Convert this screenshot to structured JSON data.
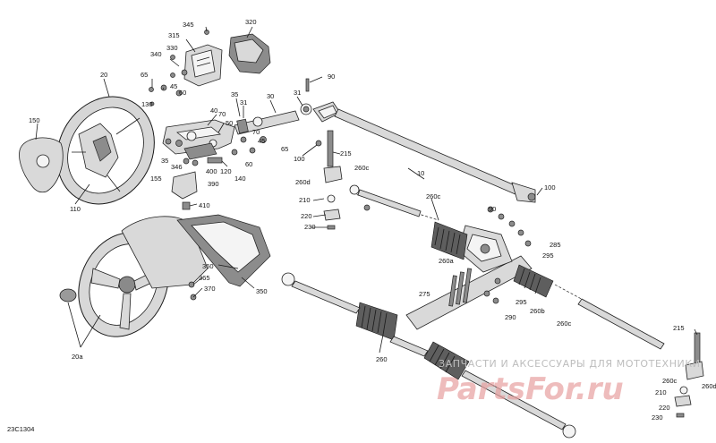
{
  "figure_code": "23C1304",
  "watermark": {
    "tagline": "ЗАПЧАСТИ И АКСЕССУАРЫ ДЛЯ МОТОТЕХНИКИ",
    "logo": "PartsFor.ru",
    "logo_color": "#e7a0a0"
  },
  "callouts": [
    {
      "id": "c345",
      "text": "345"
    },
    {
      "id": "c320",
      "text": "320"
    },
    {
      "id": "c315",
      "text": "315"
    },
    {
      "id": "c330",
      "text": "330"
    },
    {
      "id": "c340",
      "text": "340"
    },
    {
      "id": "c20",
      "text": "20"
    },
    {
      "id": "c65a",
      "text": "65"
    },
    {
      "id": "c45a",
      "text": "45"
    },
    {
      "id": "c60a",
      "text": "60"
    },
    {
      "id": "c90a",
      "text": "90"
    },
    {
      "id": "c35a",
      "text": "35"
    },
    {
      "id": "c31a",
      "text": "31"
    },
    {
      "id": "c30",
      "text": "30"
    },
    {
      "id": "c31b",
      "text": "31"
    },
    {
      "id": "c130",
      "text": "130"
    },
    {
      "id": "c40",
      "text": "40"
    },
    {
      "id": "c70a",
      "text": "70"
    },
    {
      "id": "c150",
      "text": "150"
    },
    {
      "id": "c50",
      "text": "50"
    },
    {
      "id": "c70b",
      "text": "70"
    },
    {
      "id": "c45b",
      "text": "45"
    },
    {
      "id": "c65b",
      "text": "65"
    },
    {
      "id": "c35b",
      "text": "35"
    },
    {
      "id": "c346",
      "text": "346"
    },
    {
      "id": "c60b",
      "text": "60"
    },
    {
      "id": "c100a",
      "text": "100"
    },
    {
      "id": "c215a",
      "text": "215"
    },
    {
      "id": "c400",
      "text": "400"
    },
    {
      "id": "c120",
      "text": "120"
    },
    {
      "id": "c155",
      "text": "155"
    },
    {
      "id": "c140",
      "text": "140"
    },
    {
      "id": "c390",
      "text": "390"
    },
    {
      "id": "c260d_a",
      "text": "260d"
    },
    {
      "id": "c260c_a",
      "text": "260c"
    },
    {
      "id": "c10",
      "text": "10"
    },
    {
      "id": "c100b",
      "text": "100"
    },
    {
      "id": "c110",
      "text": "110"
    },
    {
      "id": "c410",
      "text": "410"
    },
    {
      "id": "c210a",
      "text": "210"
    },
    {
      "id": "c260c_b",
      "text": "260c"
    },
    {
      "id": "c220a",
      "text": "220"
    },
    {
      "id": "c90b",
      "text": "90"
    },
    {
      "id": "c230a",
      "text": "230"
    },
    {
      "id": "c285",
      "text": "285"
    },
    {
      "id": "c260a",
      "text": "260a"
    },
    {
      "id": "c295a",
      "text": "295"
    },
    {
      "id": "c360",
      "text": "360"
    },
    {
      "id": "c365",
      "text": "365"
    },
    {
      "id": "c370",
      "text": "370"
    },
    {
      "id": "c350",
      "text": "350"
    },
    {
      "id": "c275",
      "text": "275"
    },
    {
      "id": "c295b",
      "text": "295"
    },
    {
      "id": "c260b",
      "text": "260b"
    },
    {
      "id": "c290",
      "text": "290"
    },
    {
      "id": "c260c_c",
      "text": "260c"
    },
    {
      "id": "c20a",
      "text": "20a"
    },
    {
      "id": "c260",
      "text": "260"
    },
    {
      "id": "c215b",
      "text": "215"
    },
    {
      "id": "c260c_d",
      "text": "260c"
    },
    {
      "id": "c260d_b",
      "text": "260d"
    },
    {
      "id": "c210b",
      "text": "210"
    },
    {
      "id": "c220b",
      "text": "220"
    },
    {
      "id": "c230b",
      "text": "230"
    }
  ]
}
